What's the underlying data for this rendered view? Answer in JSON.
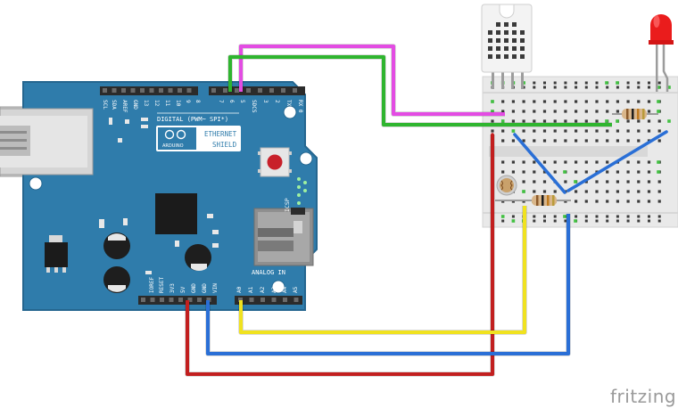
{
  "board": {
    "digital_header_label": "DIGITAL (PWM~ SPI*)",
    "logo_text": "ARDUINO",
    "shield_line1": "ETHERNET",
    "shield_line2": "SHIELD",
    "analog_header_label": "ANALOG IN",
    "icsp_label": "ICSP",
    "top_pin_labels": [
      "SCL",
      "SDA",
      "AREF",
      "GND",
      "13",
      "12",
      "11",
      "10",
      "9",
      "8",
      "7",
      "6",
      "5",
      "SDCS",
      "3",
      "2",
      "TX 1",
      "RX 0"
    ],
    "bottom_pin_labels": [
      "IOREF",
      "RESET",
      "3V3",
      "5V",
      "GND",
      "GND",
      "VIN",
      "A0",
      "A1",
      "A2",
      "A3",
      "A4",
      "A5"
    ]
  },
  "wires": {
    "pin6_color": "#2fb52f",
    "pin5_color": "#e34ce3",
    "gnd_color": "#2a6fd6",
    "v5_color": "#c21f1f",
    "a0_color": "#f0e21f"
  },
  "footer": {
    "brand": "fritzing"
  }
}
